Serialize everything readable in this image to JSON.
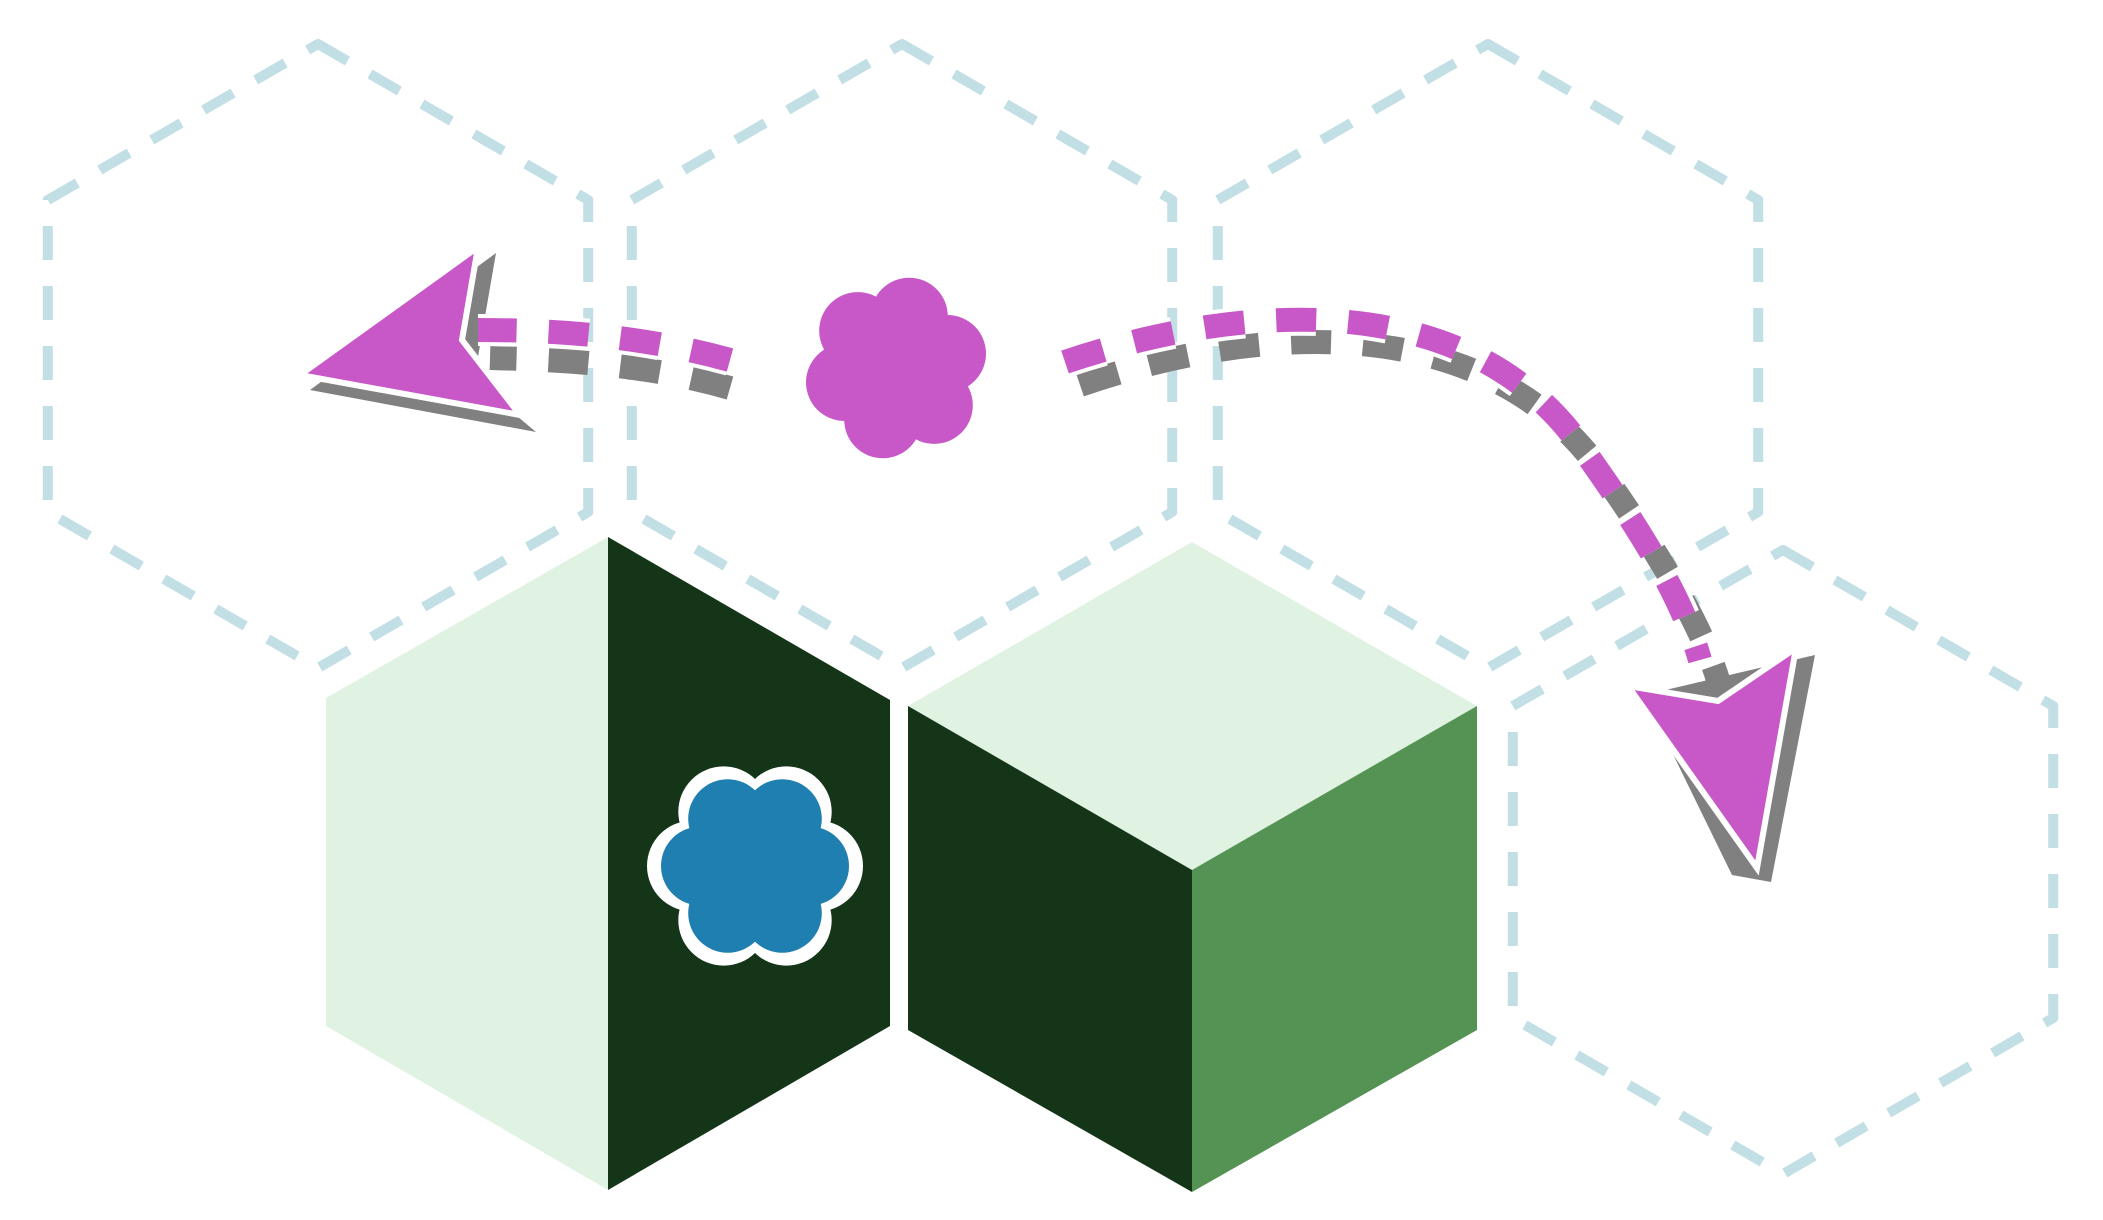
{
  "colors": {
    "background": "#ffffff",
    "grid_stroke": "#c2dfe6",
    "light_green": "#e0f3e2",
    "dark_green": "#143518",
    "mid_green": "#559354",
    "magenta": "#c858c8",
    "shadow": "#808080",
    "blue": "#1f7fb0",
    "outline": "#ffffff"
  },
  "elements": {
    "grid": [
      "dashed-hexagon",
      "dashed-hexagon",
      "dashed-hexagon",
      "dashed-hexagon",
      "dashed-hexagon",
      "dashed-hexagon",
      "dashed-hexagon"
    ],
    "tiles": [
      "flat-hexagon-split",
      "isometric-cube"
    ],
    "movement": [
      "dashed-arrow-left",
      "dashed-arrow-right-curved"
    ],
    "markers": [
      "magenta-flower",
      "blue-flower"
    ]
  }
}
